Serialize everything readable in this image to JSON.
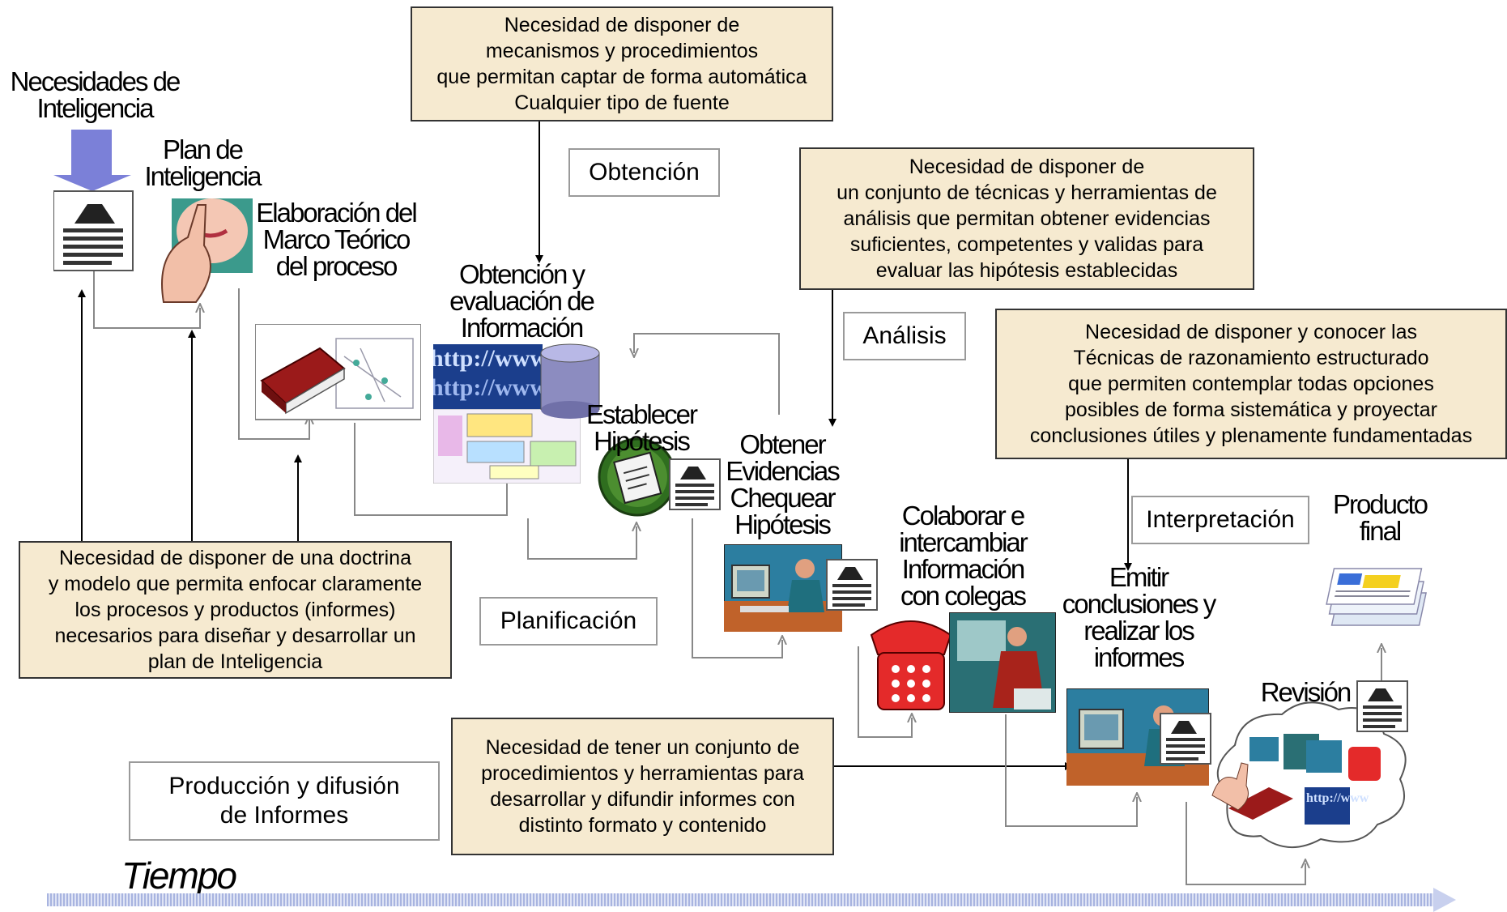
{
  "notes": {
    "captacion": "Necesidad de disponer de\nmecanismos y procedimientos\nque permitan captar de forma automática\nCualquier tipo de fuente",
    "analisis": "Necesidad de disponer de\nun conjunto de técnicas y herramientas de\nanálisis que permitan obtener evidencias\nsuficientes, competentes y validas para\nevaluar las hipótesis establecidas",
    "razonamiento": "Necesidad de disponer y conocer las\nTécnicas de razonamiento estructurado\nque permiten contemplar todas opciones\nposibles de forma sistemática y proyectar\nconclusiones útiles y plenamente fundamentadas",
    "doctrina": "Necesidad de disponer de una doctrina\ny modelo que permita enfocar claramente\nlos procesos y productos (informes)\nnecesarios para diseñar y desarrollar un\nplan de Inteligencia",
    "informes": "Necesidad de tener un conjunto de\nprocedimientos y herramientas para\ndesarrollar y difundir informes con\ndistinto formato y contenido"
  },
  "phases": {
    "obtencion": "Obtención",
    "analisis": "Análisis",
    "interpretacion": "Interpretación",
    "planificacion": "Planificación",
    "produccion": "Producción y difusión\nde Informes"
  },
  "steps": {
    "necesidades": "Necesidades de\nInteligencia",
    "plan": "Plan de\nInteligencia",
    "marco": "Elaboración del\nMarco Teórico\ndel proceso",
    "obtencion_eval": "Obtención y\nevaluación de\nInformación",
    "hipotesis": "Establecer\nHipótesis",
    "evidencias": "Obtener\nEvidencias\nChequear\nHipótesis",
    "colaborar": "Colaborar e\nintercambiar\nInformación\ncon colegas",
    "emitir": "Emitir\nconclusiones y\nrealizar los\ninformes",
    "revision": "Revisión",
    "producto": "Producto\nfinal"
  },
  "time_label": "Tiempo",
  "web_text": "http://www"
}
